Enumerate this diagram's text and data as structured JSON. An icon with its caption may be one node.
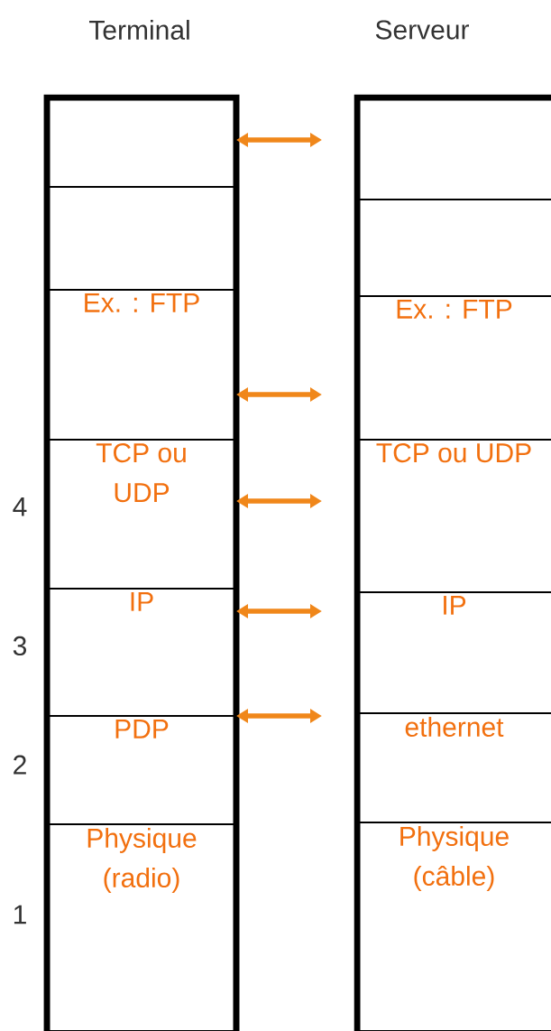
{
  "diagram": {
    "nodes": [
      {
        "text": [
          "Terminal"
        ]
      },
      {
        "text": [],
        "shape": "box",
        "in": 0
      },
      {
        "text": [],
        "shape": "box",
        "in": 0
      },
      {
        "text": [
          "Ex. : FTP"
        ],
        "in": 0
      },
      {
        "text": [
          "TCP ou UDP"
        ],
        "in": 0,
        "beside": [
          "4"
        ]
      },
      {
        "text": [
          "IP"
        ],
        "in": 0,
        "beside": [
          "3"
        ]
      },
      {
        "text": [
          "PDP"
        ],
        "in": 0,
        "beside": [
          "2"
        ]
      },
      {
        "text": [
          "Physique (radio)"
        ],
        "in": 0,
        "beside": [
          "1"
        ]
      },
      {
        "text": [
          "Serveur"
        ]
      },
      {
        "text": [],
        "shape": "box",
        "in": 8
      },
      {
        "text": [],
        "shape": "box",
        "in": 8
      },
      {
        "text": [
          "Ex. : FTP"
        ],
        "in": 8
      },
      {
        "text": [
          "TCP ou UDP"
        ],
        "in": 8
      },
      {
        "text": [
          "IP"
        ],
        "in": 8
      },
      {
        "text": [
          "ethernet"
        ],
        "in": 8
      },
      {
        "text": [
          "Physique (câble)"
        ],
        "in": 8
      }
    ],
    "edges": [
      {
        "from": 1,
        "to": null,
        "arrow": "both"
      },
      {
        "from": 3,
        "to": null,
        "arrow": "both"
      },
      {
        "from": 4,
        "to": null,
        "arrow": "both"
      },
      {
        "from": 5,
        "to": null,
        "arrow": "both"
      },
      {
        "from": 6,
        "to": null,
        "arrow": "both"
      }
    ]
  }
}
